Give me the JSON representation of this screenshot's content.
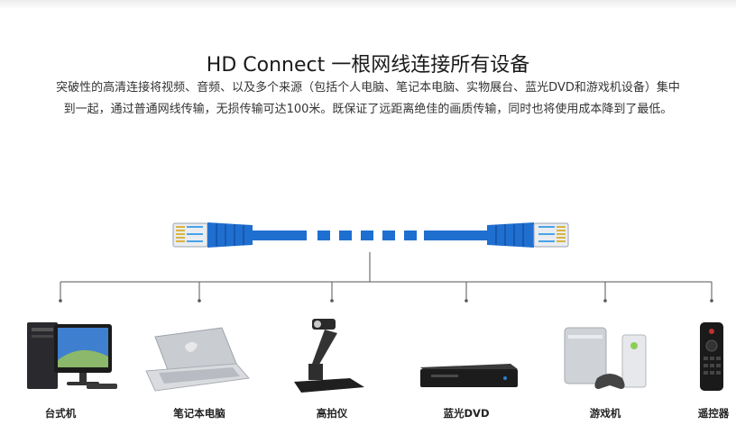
{
  "header": {
    "title": "HD Connect 一根网线连接所有设备",
    "description": "突破性的高清连接将视频、音频、以及多个来源（包括个人电脑、笔记本电脑、实物展台、蓝光DVD和游戏机设备）集中到一起，通过普通网线传输，无损传输可达100米。既保证了远距离绝佳的画质传输，同时也将使用成本降到了最低。"
  },
  "devices": [
    {
      "label": "台式机",
      "icon": "desktop-computer-icon"
    },
    {
      "label": "笔记本电脑",
      "icon": "laptop-icon"
    },
    {
      "label": "高拍仪",
      "icon": "document-camera-icon"
    },
    {
      "label": "蓝光DVD",
      "icon": "bluray-player-icon"
    },
    {
      "label": "游戏机",
      "icon": "game-console-icon"
    },
    {
      "label": "遥控器",
      "icon": "remote-control-icon"
    }
  ],
  "colors": {
    "cable": "#1f6fd0",
    "cable_dark": "#1550a8",
    "line": "#555555"
  }
}
